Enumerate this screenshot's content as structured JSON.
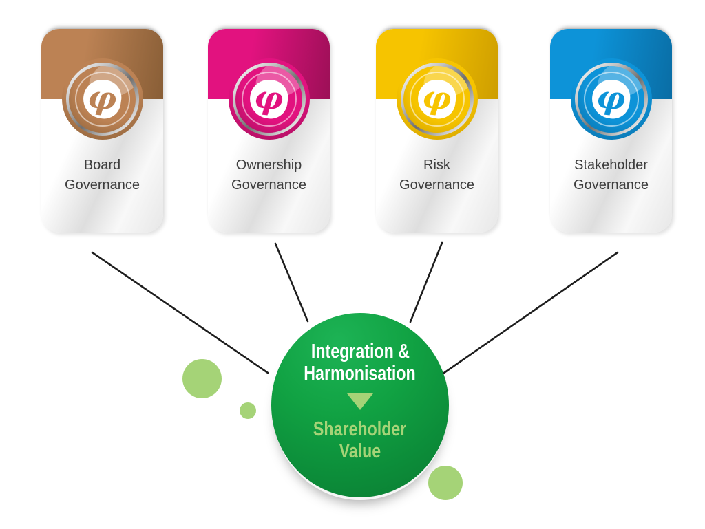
{
  "diagram": {
    "line_color": "#1d1d1d",
    "label_color": "#3d3d3d",
    "cards": [
      {
        "title_line1": "Board",
        "title_line2": "Governance",
        "glyph": "φ",
        "color": "#bc8254",
        "color_dark": "#8a5f37"
      },
      {
        "title_line1": "Ownership",
        "title_line2": "Governance",
        "glyph": "φ",
        "color": "#e2127f",
        "color_dark": "#9e1058"
      },
      {
        "title_line1": "Risk",
        "title_line2": "Governance",
        "glyph": "φ",
        "color": "#f6c400",
        "color_dark": "#cf9f00"
      },
      {
        "title_line1": "Stakeholder",
        "title_line2": "Governance",
        "glyph": "φ",
        "color": "#0d93d8",
        "color_dark": "#0a6ea6"
      }
    ],
    "center": {
      "line1": "Integration &",
      "line2": "Harmonisation",
      "line3": "Shareholder",
      "line4": "Value",
      "circle_green": "#11a243",
      "circle_green_dark": "#0a7a31",
      "accent_green": "#a5d377"
    }
  }
}
